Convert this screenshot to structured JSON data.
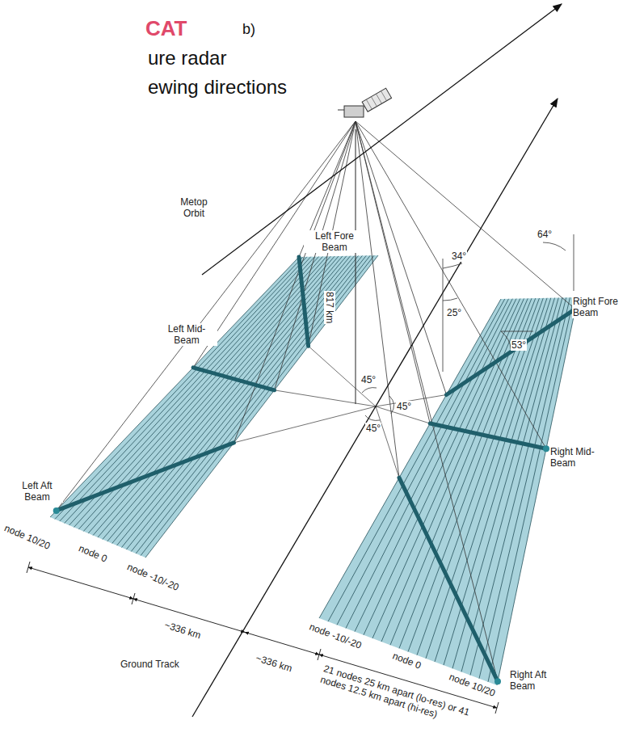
{
  "diagram": {
    "labels": [
      "CAT",
      "b)",
      "ure radar",
      "ewing directions",
      "Metop Orbit",
      "Left Fore Beam",
      "Left Mid-Beam",
      "Left Aft Beam",
      "Right Fore Beam",
      "Right Mid-Beam",
      "Right Aft Beam",
      "817 km",
      "64°",
      "34°",
      "25°",
      "53°",
      "45°",
      "45°",
      "45°",
      "node 10/20",
      "node 0",
      "node -10/-20",
      "~336 km",
      "Ground Track",
      "~336 km",
      "node -10/-20",
      "node 0",
      "node 10/20",
      "21 nodes 25 km apart (lo-res) or 41 nodes 12.5 km apart (hi-res)"
    ]
  }
}
